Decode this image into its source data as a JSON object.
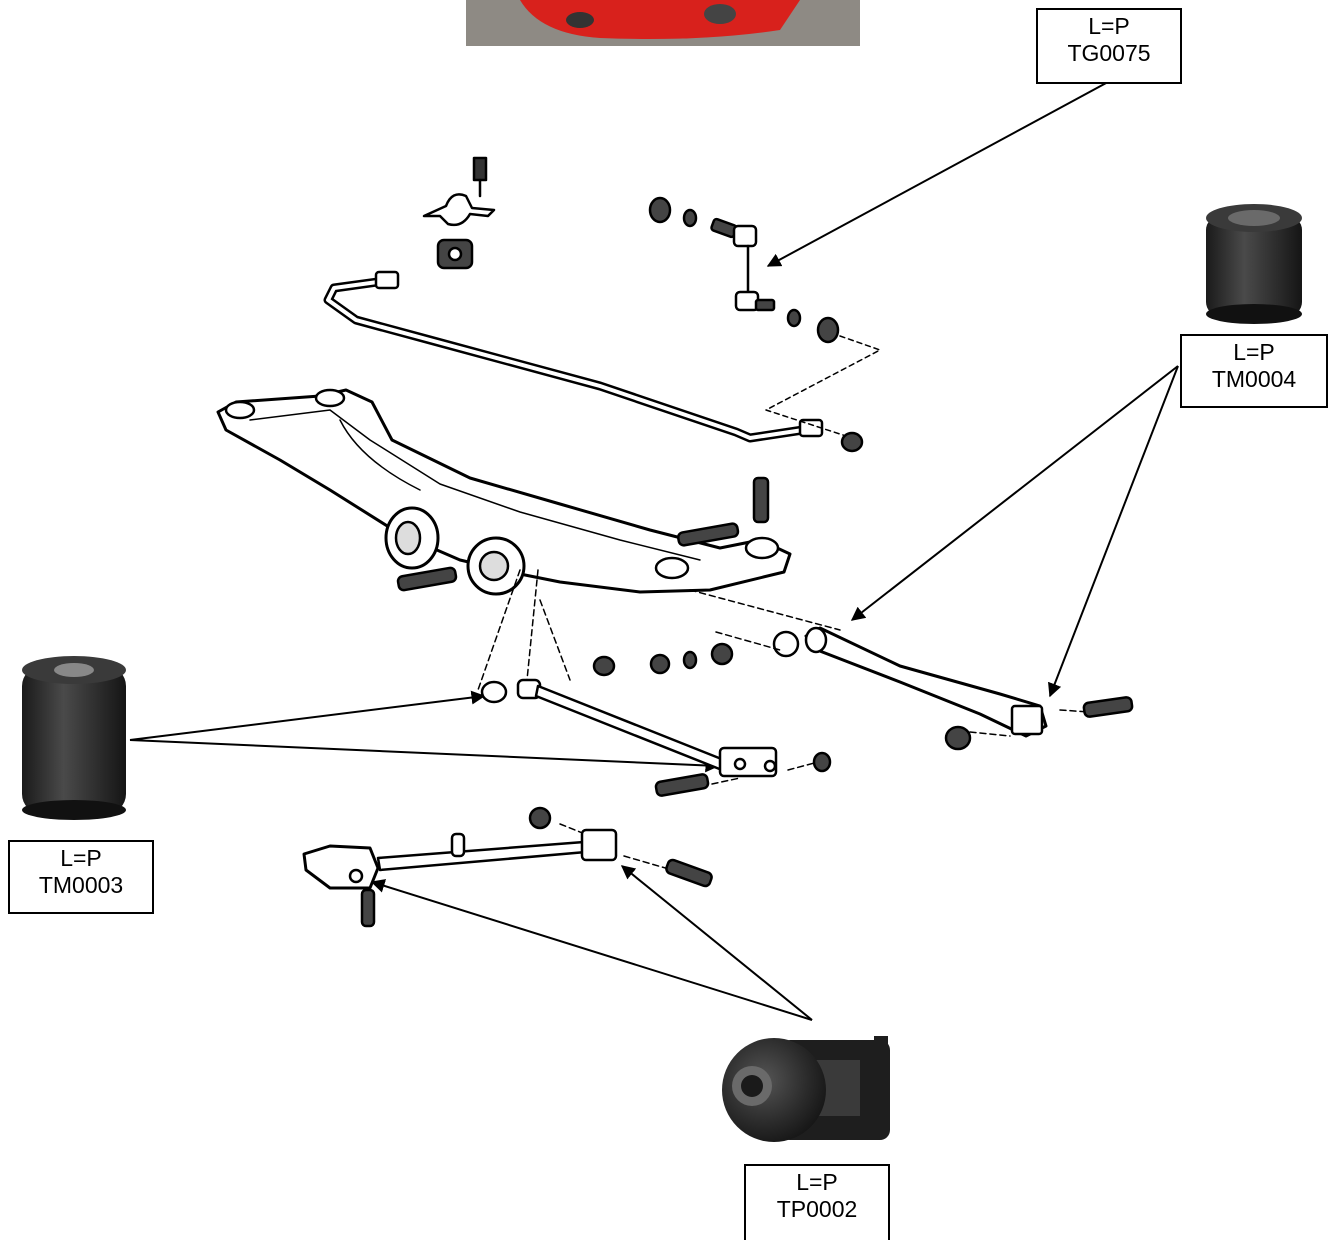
{
  "labels": {
    "tg0075": {
      "line1": "L=P",
      "line2": "TG0075"
    },
    "tm0004": {
      "line1": "L=P",
      "line2": "TM0004"
    },
    "tm0003": {
      "line1": "L=P",
      "line2": "TM0003"
    },
    "tp0002": {
      "line1": "L=P",
      "line2": "TP0002"
    }
  },
  "colors": {
    "car_red": "#d8211c",
    "rubber_dark": "#2a2a2a",
    "line": "#000000",
    "background": "#ffffff"
  }
}
